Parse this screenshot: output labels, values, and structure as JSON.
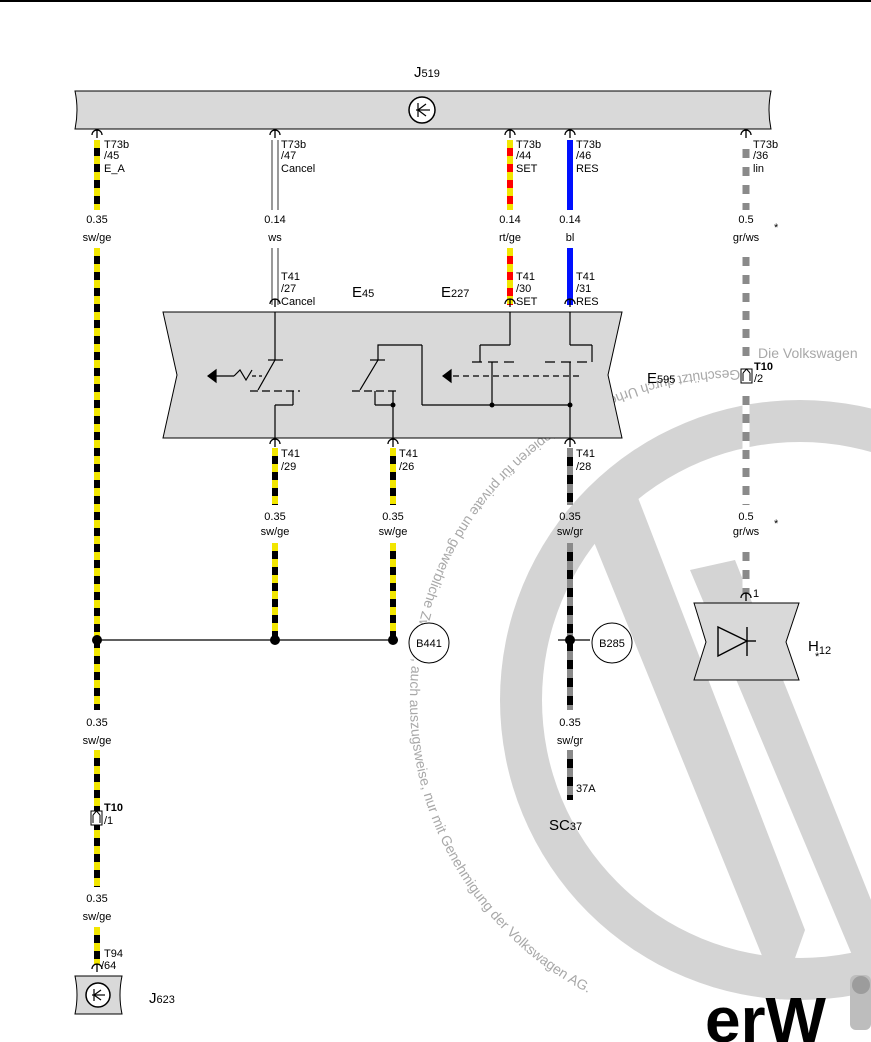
{
  "components": {
    "J519": {
      "prefix": "J",
      "num": "519"
    },
    "E45": {
      "prefix": "E",
      "num": "45"
    },
    "E227": {
      "prefix": "E",
      "num": "227"
    },
    "E595": {
      "prefix": "E",
      "num": "595"
    },
    "H12": {
      "prefix": "H",
      "num": "12",
      "star": "*"
    },
    "SC37": {
      "prefix": "SC",
      "num": "37"
    },
    "J623": {
      "prefix": "J",
      "num": "623"
    }
  },
  "wires": {
    "w1": {
      "pin": [
        "T73b",
        "/45",
        "E_A"
      ],
      "spec": [
        "0.35",
        "sw/ge"
      ],
      "colors": [
        "#000000",
        "#f2e600"
      ]
    },
    "w2": {
      "pin": [
        "T73b",
        "/47",
        "Cancel"
      ],
      "spec": [
        "0.14",
        "ws"
      ],
      "colors": [
        "#ffffff",
        "#ffffff"
      ]
    },
    "w3": {
      "pin": [
        "T73b",
        "/44",
        "SET"
      ],
      "spec": [
        "0.14",
        "rt/ge"
      ],
      "colors": [
        "#ff0000",
        "#f2e600"
      ]
    },
    "w4": {
      "pin": [
        "T73b",
        "/46",
        "RES"
      ],
      "spec": [
        "0.14",
        "bl"
      ],
      "colors": [
        "#0010ff",
        "#0010ff"
      ]
    },
    "w5": {
      "pin": [
        "T73b",
        "/36",
        "lin"
      ],
      "spec": [
        "0.5",
        "gr/ws"
      ],
      "star": "*",
      "colors": [
        "#8a8a8a",
        "#ffffff"
      ]
    }
  },
  "switch_pins": {
    "cancel": [
      "T41",
      "/27",
      "Cancel"
    ],
    "set": [
      "T41",
      "/30",
      "SET"
    ],
    "res": [
      "T41",
      "/31",
      "RES"
    ],
    "p29": [
      "T41",
      "/29"
    ],
    "p26": [
      "T41",
      "/26"
    ],
    "p28": [
      "T41",
      "/28"
    ]
  },
  "lower_specs": {
    "s29": [
      "0.35",
      "sw/ge"
    ],
    "s26": [
      "0.35",
      "sw/ge"
    ],
    "s28": [
      "0.35",
      "sw/gr"
    ],
    "s28b": [
      "0.35",
      "sw/gr"
    ],
    "gr_lower": [
      "0.5",
      "gr/ws",
      "*"
    ],
    "left_a": [
      "0.35",
      "sw/ge"
    ],
    "left_b": [
      "0.35",
      "sw/ge"
    ]
  },
  "connectors": {
    "t10_right": [
      "T10",
      "/2"
    ],
    "t10_left": [
      "T10",
      "/1"
    ],
    "t94": [
      "T94",
      "/64"
    ],
    "h12_pin": "1",
    "sc37_pin": "37A"
  },
  "ground_points": {
    "b441": "B441",
    "b285": "B285"
  },
  "watermark": {
    "arc_text": "Geschützt durch Urheberrecht. Kopieren für private und gewerbliche Zwecke, auch auszugsweise, nur mit Genehmigung der Volkswagen AG.",
    "top_text": "Die Volkswagen",
    "brand_fragment": "erW"
  }
}
